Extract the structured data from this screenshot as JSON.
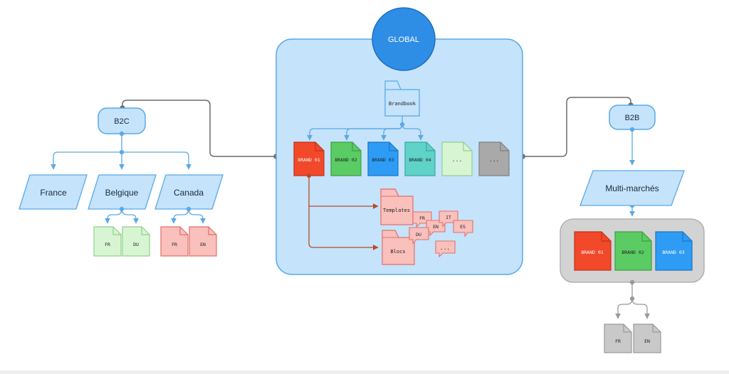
{
  "global": {
    "label": "GLOBAL"
  },
  "center": {
    "brandbook": "Brandbook",
    "brands": [
      "BRAND 01",
      "BRAND 02",
      "BRAND 03",
      "BRAND 04",
      "...",
      "..."
    ],
    "templates": "Templates",
    "blocs": "Blocs",
    "bubbles": [
      "FR",
      "EN",
      "IT",
      "ES",
      "DU",
      "..."
    ]
  },
  "b2c": {
    "label": "B2C",
    "markets": [
      "France",
      "Belgique",
      "Canada"
    ],
    "belgique_files": [
      "FR",
      "DU"
    ],
    "canada_files": [
      "FR",
      "EN"
    ]
  },
  "b2b": {
    "label": "B2B",
    "market": "Multi-marchés",
    "brands": [
      "BRAND 01",
      "BRAND 02",
      "BRAND 03"
    ],
    "files": [
      "FR",
      "EN"
    ]
  },
  "colors": {
    "blue_fill": "#c5e3fb",
    "blue_stroke": "#5aa9e6",
    "global_circle": "#2e8ee6",
    "red": "#f2492a",
    "green": "#5bcb63",
    "blue": "#2e9cf4",
    "teal": "#5fd3c8",
    "light_green": "#d8f5d3",
    "gray": "#a9a9a9",
    "pink_fill": "#f9c0bc",
    "pink_stroke": "#e2706a",
    "dark_red_line": "#b84a2d"
  }
}
